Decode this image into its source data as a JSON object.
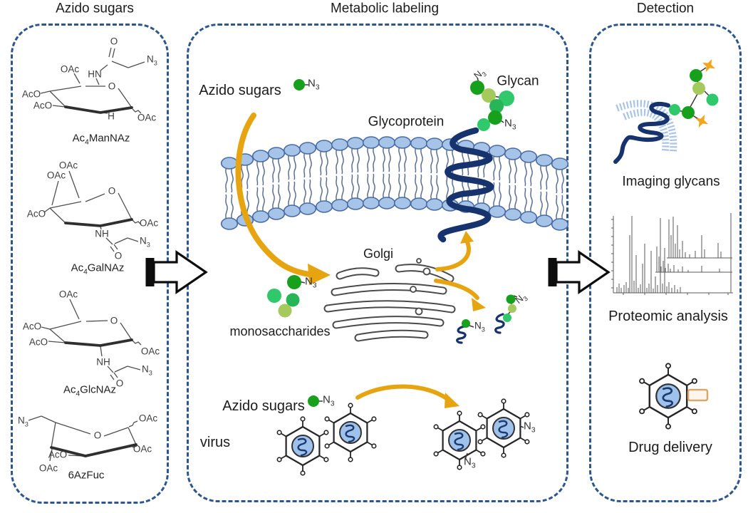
{
  "header": {
    "left": "Azido sugars",
    "middle": "Metabolic labeling",
    "right": "Detection"
  },
  "chem": {
    "oac": "OAc",
    "aco": "AcO",
    "nh": "NH",
    "hn": "HN",
    "o": "O",
    "h": "H",
    "n": "N",
    "sub3": "3",
    "sub4": "4"
  },
  "sugars": {
    "s1": {
      "pre": "Ac",
      "suffix": "ManNAz"
    },
    "s2": {
      "pre": "Ac",
      "suffix": "GalNAz"
    },
    "s3": {
      "pre": "Ac",
      "suffix": "GlcNAz"
    },
    "s4": {
      "name": "6AzFuc"
    }
  },
  "metabolic": {
    "azido_sugars_top": "Azido sugars",
    "glycoprotein": "Glycoprotein",
    "glycan": "Glycan",
    "golgi": "Golgi",
    "monosaccharides": "monosaccharides",
    "azido_sugars_bottom": "Azido sugars",
    "virus": "virus"
  },
  "detection": {
    "imaging": "Imaging glycans",
    "proteomic": "Proteomic analysis",
    "drug": "Drug delivery"
  },
  "colors": {
    "panel_border": "#2d568c",
    "membrane_head": "#a6c3e8",
    "protein_navy": "#16336e",
    "arrow_gold": "#e7a411",
    "green_dark": "#17a01b",
    "green_bright": "#2fc96c",
    "green_light": "#a6c95e",
    "star_orange": "#f2a61d",
    "drug_tan": "#d9a66c",
    "virus_core": "#9fc2ec"
  }
}
